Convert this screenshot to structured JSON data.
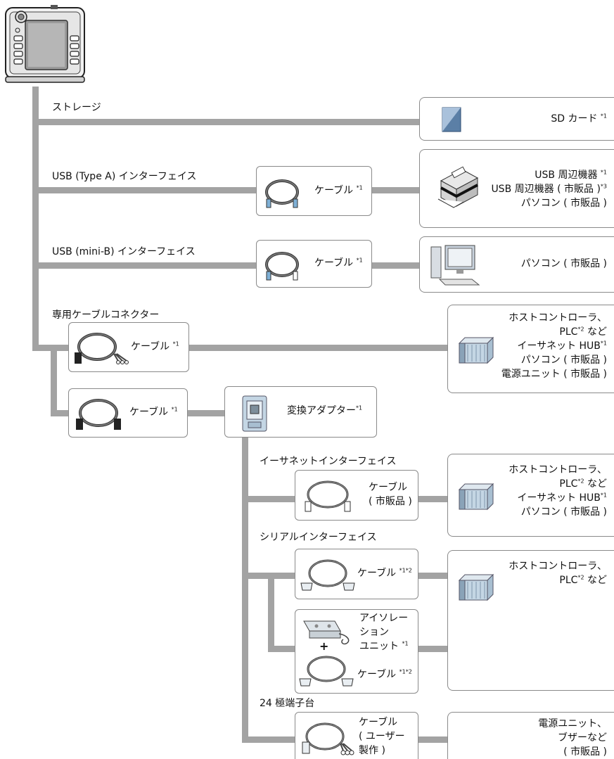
{
  "labels": {
    "storage": "ストレージ",
    "usb_a": "USB (Type A) インターフェイス",
    "usb_mini": "USB (mini-B) インターフェイス",
    "dedicated": "専用ケーブルコネクター",
    "ethernet": "イーサネットインターフェイス",
    "serial": "シリアルインターフェイス",
    "terminal": "24 極端子台"
  },
  "boxes": {
    "sd": {
      "name": "SD カード",
      "note": "*1"
    },
    "usb_a_cable": {
      "name": "ケーブル",
      "note": "*1"
    },
    "usb_a_dest": {
      "line1": "USB 周辺機器",
      "line1_note": "*1",
      "line2": "USB 周辺機器 ( 市販品 )",
      "line2_note": "*3",
      "line3": "パソコン ( 市販品 )"
    },
    "usb_mini_cable": {
      "name": "ケーブル",
      "note": "*1"
    },
    "usb_mini_dest": {
      "line1": "パソコン ( 市販品 )"
    },
    "dedicated_cable": {
      "name": "ケーブル",
      "note": "*1"
    },
    "dedicated_dest": {
      "line1": "ホストコントローラ、",
      "line2a": "PLC",
      "line2_note": "*2",
      "line2b": " など",
      "line3": "イーサネット HUB",
      "line3_note": "*1",
      "line4": "パソコン ( 市販品 )",
      "line5": "電源ユニット ( 市販品 )"
    },
    "adapter_cable": {
      "name": "ケーブル",
      "note": "*1"
    },
    "adapter": {
      "name": "変換アダプター",
      "note": "*1"
    },
    "eth_cable": {
      "line1": "ケーブル",
      "line2": "( 市販品 )"
    },
    "eth_dest": {
      "line1": "ホストコントローラ、",
      "line2a": "PLC",
      "line2_note": "*2",
      "line2b": " など",
      "line3": "イーサネット HUB",
      "line3_note": "*1",
      "line4": "パソコン ( 市販品 )"
    },
    "serial_cable": {
      "name": "ケーブル",
      "note": "*1*2"
    },
    "serial_dest": {
      "line1": "ホストコントローラ、",
      "line2a": "PLC",
      "line2_note": "*2",
      "line2b": " など"
    },
    "isolation": {
      "line1": "アイソレー",
      "line2": "ション",
      "line3": "ユニット",
      "line3_note": "*1",
      "plus": "+",
      "cable": "ケーブル",
      "cable_note": "*1*2"
    },
    "terminal_cable": {
      "line1": "ケーブル",
      "line2": "( ユーザー",
      "line3": "製作 )"
    },
    "terminal_dest": {
      "line1": "電源ユニット、",
      "line2": "ブザーなど",
      "line3": "( 市販品 )"
    }
  }
}
